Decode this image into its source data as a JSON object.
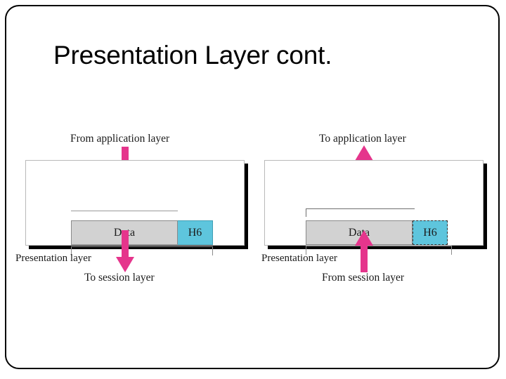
{
  "slide": {
    "title": "Presentation Layer cont.",
    "background_color": "#ffffff",
    "border_color": "#000000"
  },
  "colors": {
    "arrow": "#e5358c",
    "header_block": "#5ec5dd",
    "data_block": "#d2d2d2",
    "shadow": "#000000",
    "text": "#1a1a1a"
  },
  "diagrams": [
    {
      "id": "sending",
      "direction": "down",
      "top_caption": "From application layer",
      "bottom_caption": "To session layer",
      "layer_label": "Presentation layer",
      "packet": {
        "data_label": "Data",
        "header_label": "H6",
        "header_style": "solid"
      },
      "arrow_in_name": "arrow-from-application-layer",
      "arrow_out_name": "arrow-to-session-layer"
    },
    {
      "id": "receiving",
      "direction": "up",
      "top_caption": "To application layer",
      "bottom_caption": "From session layer",
      "layer_label": "Presentation layer",
      "packet": {
        "data_label": "Data",
        "header_label": "H6",
        "header_style": "dashed"
      },
      "arrow_in_name": "arrow-from-session-layer",
      "arrow_out_name": "arrow-to-application-layer"
    }
  ]
}
